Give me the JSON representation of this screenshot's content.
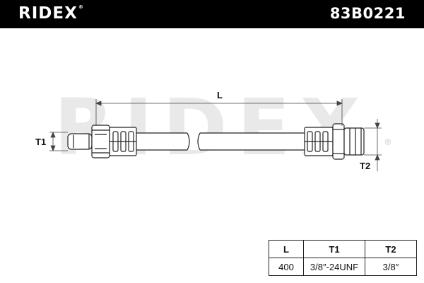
{
  "header": {
    "brand": "RIDEX",
    "brand_mark": "®",
    "part_number": "83B0221"
  },
  "drawing": {
    "watermark": "RIDEX",
    "watermark_mark": "®",
    "labels": {
      "length": "L",
      "thread_1": "T1",
      "thread_2": "T2"
    },
    "colors": {
      "line": "#222222",
      "watermark": "#e9e9e9",
      "metal_fill": "#ffffff"
    }
  },
  "specs": {
    "columns": [
      "L",
      "T1",
      "T2"
    ],
    "values": [
      "400",
      "3/8″-24UNF",
      "3/8″"
    ]
  }
}
